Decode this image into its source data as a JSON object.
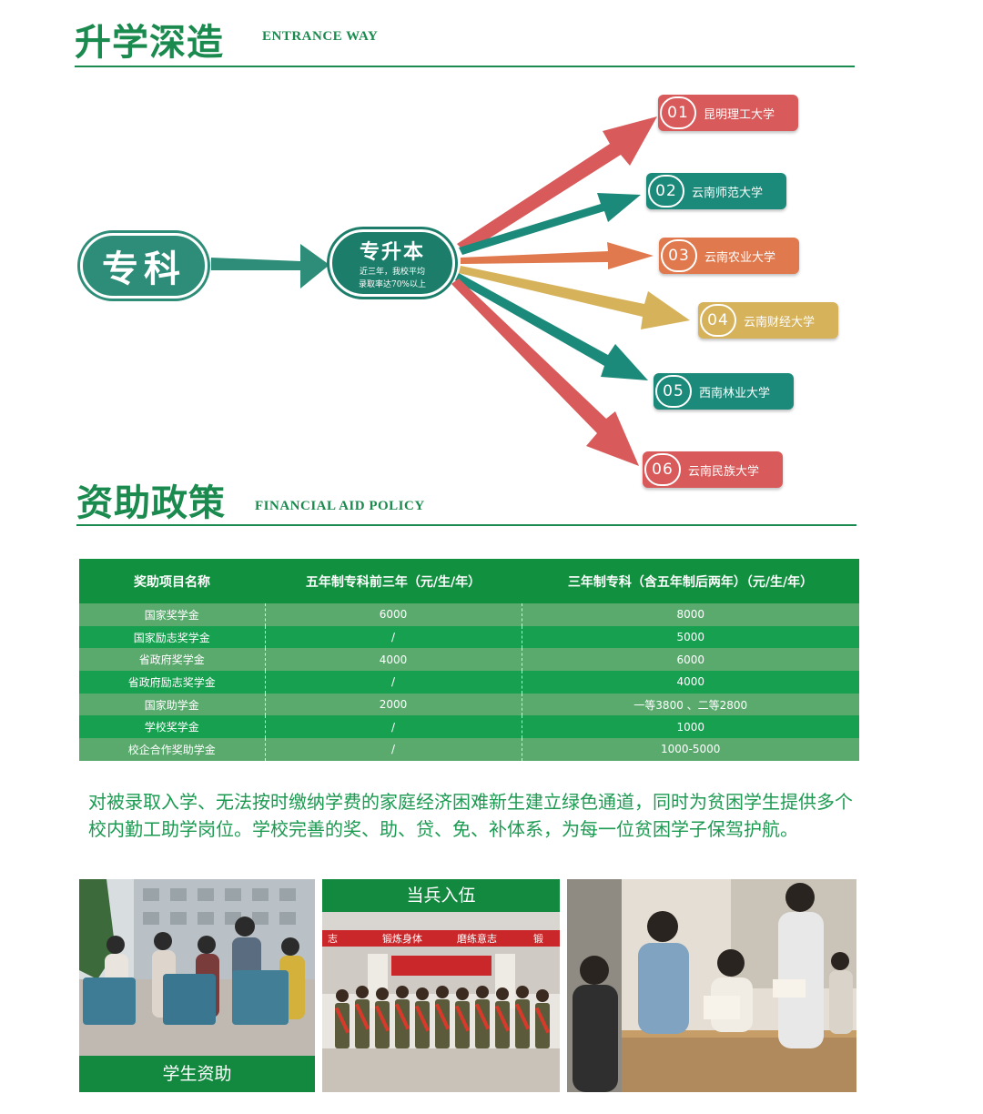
{
  "section1": {
    "title": "升学深造",
    "subtitle": "ENTRANCE WAY"
  },
  "flow": {
    "start_label": "专科",
    "middle_title": "专升本",
    "middle_note_line1": "近三年，我校平均",
    "middle_note_line2": "录取率达70%以上",
    "universities": [
      {
        "num": "01",
        "name": "昆明理工大学",
        "color": "#d95a5a"
      },
      {
        "num": "02",
        "name": "云南师范大学",
        "color": "#1c8a7a"
      },
      {
        "num": "03",
        "name": "云南农业大学",
        "color": "#e07a4e"
      },
      {
        "num": "04",
        "name": "云南财经大学",
        "color": "#d6b25a"
      },
      {
        "num": "05",
        "name": "西南林业大学",
        "color": "#1c8a7a"
      },
      {
        "num": "06",
        "name": "云南民族大学",
        "color": "#d95a5a"
      }
    ]
  },
  "section2": {
    "title": "资助政策",
    "subtitle": "FINANCIAL AID POLICY"
  },
  "table": {
    "headers": [
      "奖助项目名称",
      "五年制专科前三年（元/生/年）",
      "三年制专科（含五年制后两年）（元/生/年）"
    ],
    "rows": [
      [
        "国家奖学金",
        "6000",
        "8000"
      ],
      [
        "国家励志奖学金",
        "/",
        "5000"
      ],
      [
        "省政府奖学金",
        "4000",
        "6000"
      ],
      [
        "省政府励志奖学金",
        "/",
        "4000"
      ],
      [
        "国家助学金",
        "2000",
        "一等3800 、二等2800"
      ],
      [
        "学校奖学金",
        "/",
        "1000"
      ],
      [
        "校企合作奖助学金",
        "/",
        "1000-5000"
      ]
    ]
  },
  "paragraph": "对被录取入学、无法按时缴纳学费的家庭经济困难新生建立绿色通道，同时为贫困学生提供多个校内勤工助学岗位。学校完善的奖、助、贷、免、补体系，为每一位贫困学子保驾护航。",
  "photos": {
    "left_caption": "学生资助",
    "middle_caption": "当兵入伍",
    "middle_banner_words": [
      "志",
      "锻炼身体",
      "磨练意志",
      "锻"
    ],
    "colors": {
      "primary": "#1a8a4e",
      "teal": "#1c8a7a",
      "red": "#d95a5a",
      "orange": "#e07a4e",
      "gold": "#d6b25a"
    }
  }
}
